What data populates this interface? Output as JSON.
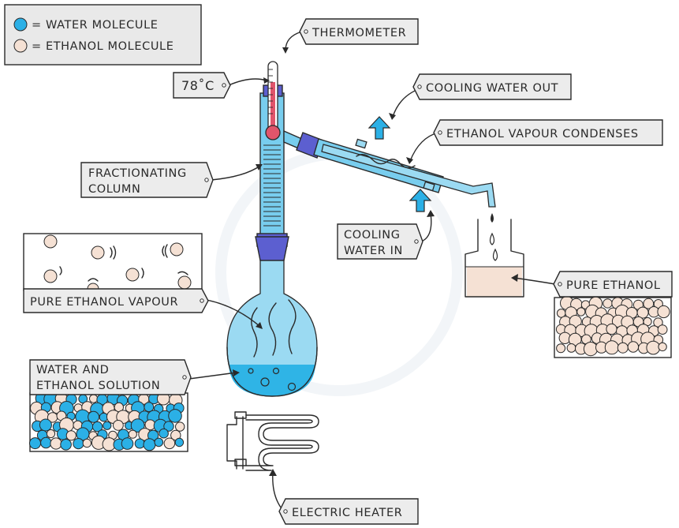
{
  "legend": {
    "water": "= WATER MOLECULE",
    "ethanol": "= ETHANOL MOLECULE"
  },
  "labels": {
    "thermometer": "THERMOMETER",
    "temperature": "78˚C",
    "cooling_out": "COOLING WATER OUT",
    "vapour_condenses": "ETHANOL VAPOUR CONDENSES",
    "fractionating_1": "FRACTIONATING",
    "fractionating_2": "COLUMN",
    "cooling_in_1": "COOLING",
    "cooling_in_2": "WATER IN",
    "pure_ethanol": "PURE ETHANOL",
    "pure_vapour": "PURE ETHANOL VAPOUR",
    "solution_1": "WATER AND",
    "solution_2": "ETHANOL SOLUTION",
    "heater": "ELECTRIC HEATER"
  },
  "colors": {
    "water_molecule": "#2bb0e6",
    "ethanol_molecule": "#f5e1d4",
    "glassware": "#78cdee",
    "stopper": "#5c5fd0",
    "thermometer_red": "#e0556b"
  }
}
